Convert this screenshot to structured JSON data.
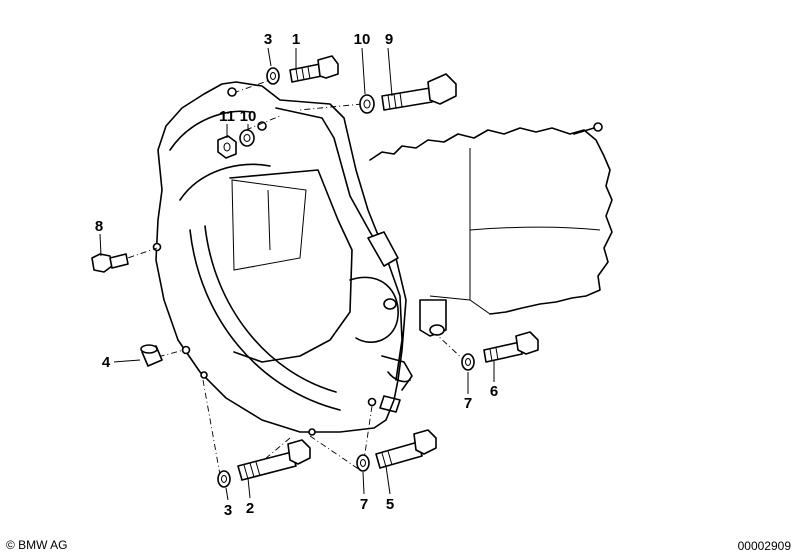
{
  "diagram": {
    "callouts": {
      "c1": "1",
      "c2": "2",
      "c3_top": "3",
      "c3_bottom": "3",
      "c4": "4",
      "c5": "5",
      "c6": "6",
      "c7_right": "7",
      "c7_bottom": "7",
      "c8": "8",
      "c9": "9",
      "c10_top": "10",
      "c10_mid": "10",
      "c11": "11"
    }
  },
  "footer": {
    "copyright": "© BMW AG",
    "part_number": "00002909"
  },
  "colors": {
    "line": "#000000",
    "background": "#ffffff"
  }
}
